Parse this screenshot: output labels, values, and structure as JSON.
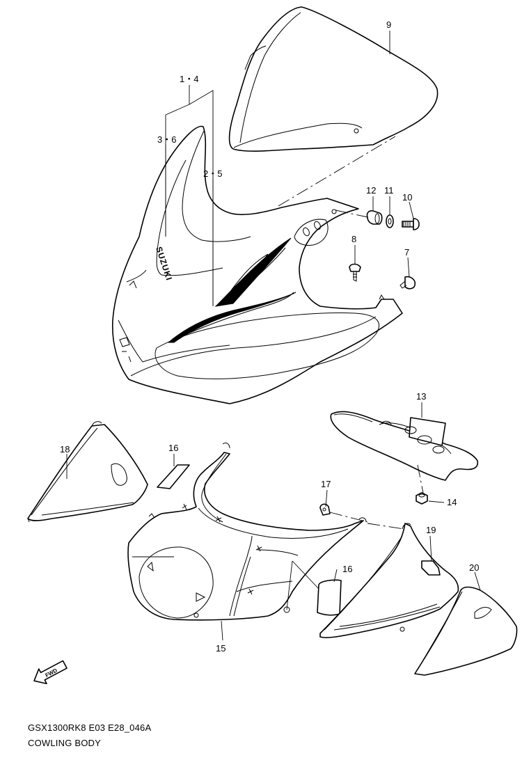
{
  "diagram": {
    "model_code": "GSX1300RK8 E03 E28_046A",
    "title": "COWLING BODY",
    "brand_text": "SUZUKI",
    "fwd_label": "FWD",
    "callouts": {
      "c1_4": "1・4",
      "c3_6": "3・6",
      "c2_5": "2・5",
      "c7": "7",
      "c8": "8",
      "c9": "9",
      "c10": "10",
      "c11": "11",
      "c12": "12",
      "c13": "13",
      "c14": "14",
      "c15": "15",
      "c16a": "16",
      "c16b": "16",
      "c17": "17",
      "c18": "18",
      "c19": "19",
      "c20": "20"
    }
  }
}
